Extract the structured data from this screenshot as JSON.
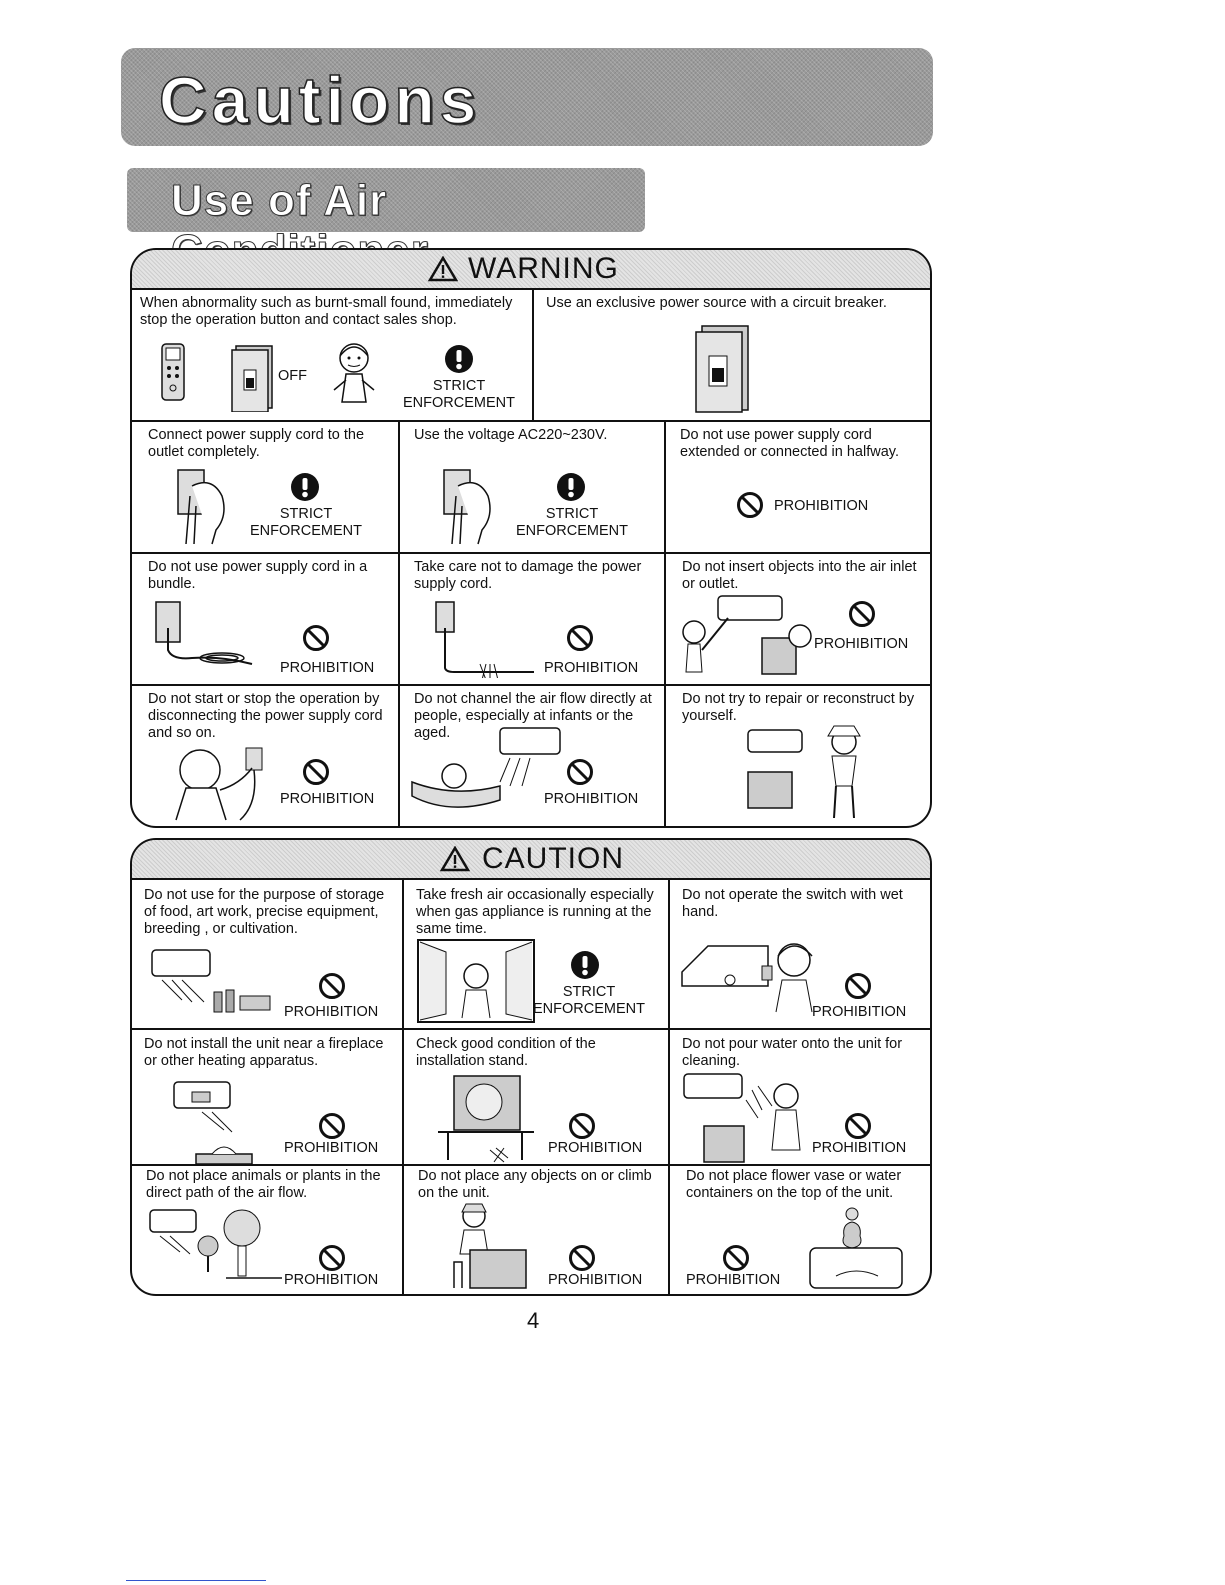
{
  "header": {
    "title": "Cautions",
    "subtitle": "Use of Air Conditioner"
  },
  "warning": {
    "heading": "WARNING",
    "cells": [
      {
        "text": "When abnormality such as burnt-small found, immediately stop the operation button and contact sales shop.",
        "off_label": "OFF",
        "mark": "STRICT ENFORCEMENT"
      },
      {
        "text": "Use an exclusive power source with a circuit breaker."
      },
      {
        "text": "Connect power supply cord to the outlet completely.",
        "mark": "STRICT ENFORCEMENT"
      },
      {
        "text": "Use the voltage AC220~230V.",
        "mark": "STRICT ENFORCEMENT"
      },
      {
        "text": "Do not use power supply cord extended or connected in halfway.",
        "mark": "PROHIBITION"
      },
      {
        "text": "Do not use power supply cord in a bundle.",
        "mark": "PROHIBITION"
      },
      {
        "text": "Take care not to damage the power supply cord.",
        "mark": "PROHIBITION"
      },
      {
        "text": "Do not insert objects into the air inlet or outlet.",
        "mark": "PROHIBITION"
      },
      {
        "text": "Do not start or stop the operation by disconnecting the power supply cord and so on.",
        "mark": "PROHIBITION"
      },
      {
        "text": "Do not channel the air flow directly at people, especially at infants or the aged.",
        "mark": "PROHIBITION"
      },
      {
        "text": "Do not try to repair or reconstruct by yourself."
      }
    ]
  },
  "caution": {
    "heading": "CAUTION",
    "cells": [
      {
        "text": "Do not use for the purpose of storage of food, art work, precise equipment, breeding , or cultivation.",
        "mark": "PROHIBITION"
      },
      {
        "text": "Take fresh air occasionally especially when gas appliance is running at the same time.",
        "mark": "STRICT ENFORCEMENT"
      },
      {
        "text": "Do not operate the switch with wet hand.",
        "mark": "PROHIBITION"
      },
      {
        "text": "Do not install the unit near a fireplace or other heating apparatus.",
        "mark": "PROHIBITION"
      },
      {
        "text": "Check good condition of the installation stand.",
        "mark": "PROHIBITION"
      },
      {
        "text": "Do not pour water onto the unit for cleaning.",
        "mark": "PROHIBITION"
      },
      {
        "text": "Do not place animals or plants in the direct path of the air flow.",
        "mark": "PROHIBITION"
      },
      {
        "text": "Do not place any objects on or climb on the unit.",
        "mark": "PROHIBITION"
      },
      {
        "text": "Do not place flower vase or water containers on the top of the unit.",
        "mark": "PROHIBITION"
      }
    ]
  },
  "footer": {
    "page_number": "4"
  },
  "icons": {
    "strict": "exclamation-circle-icon",
    "prohibition": "no-symbol-icon",
    "warning": "warning-triangle-icon"
  }
}
